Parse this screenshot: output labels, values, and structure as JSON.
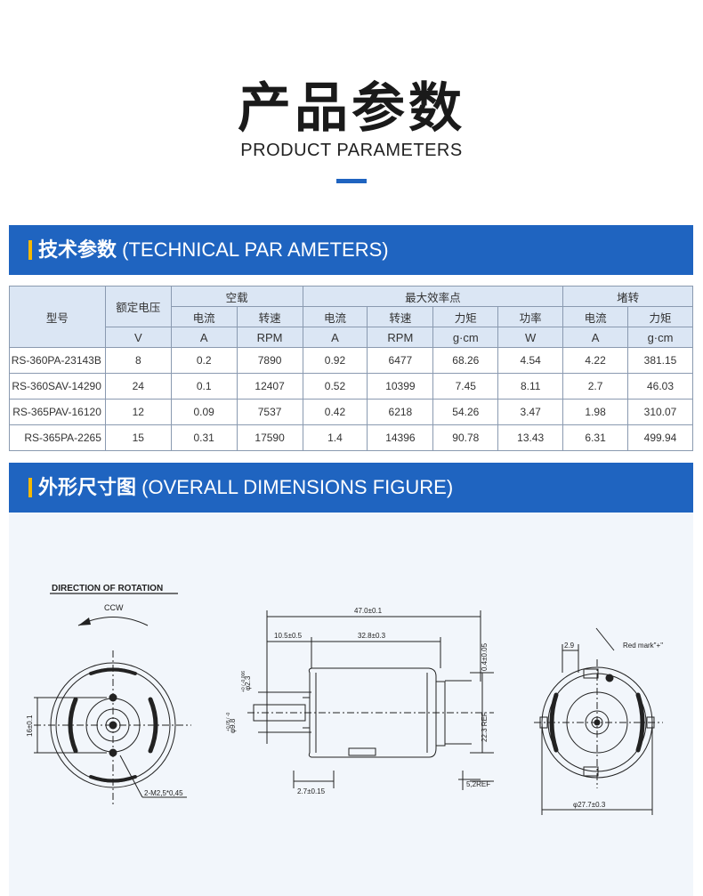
{
  "header": {
    "title": "产品参数",
    "subtitle": "PRODUCT PARAMETERS"
  },
  "sections": {
    "technical": {
      "title_cn": "技术参数",
      "title_en": "(TECHNICAL PAR AMETERS)"
    },
    "dimensions": {
      "title_cn": "外形尺寸图",
      "title_en": "(OVERALL DIMENSIONS FIGURE)"
    }
  },
  "table": {
    "model_header": "型号",
    "voltage_header": "额定电压",
    "groups": {
      "no_load": "空载",
      "max_eff": "最大效率点",
      "stall": "堵转"
    },
    "sub": {
      "current": "电流",
      "speed": "转速",
      "torque": "力矩",
      "power": "功率"
    },
    "units": {
      "voltage": "V",
      "nl_current": "A",
      "nl_speed": "RPM",
      "me_current": "A",
      "me_speed": "RPM",
      "me_torque": "g·cm",
      "me_power": "W",
      "st_current": "A",
      "st_torque": "g·cm"
    },
    "rows": [
      {
        "model": "RS-360PA-23143B",
        "voltage": "8",
        "nl_current": "0.2",
        "nl_speed": "7890",
        "me_current": "0.92",
        "me_speed": "6477",
        "me_torque": "68.26",
        "me_power": "4.54",
        "st_current": "4.22",
        "st_torque": "381.15"
      },
      {
        "model": "RS-360SAV-14290",
        "voltage": "24",
        "nl_current": "0.1",
        "nl_speed": "12407",
        "me_current": "0.52",
        "me_speed": "10399",
        "me_torque": "7.45",
        "me_power": "8.11",
        "st_current": "2.7",
        "st_torque": "46.03"
      },
      {
        "model": "RS-365PAV-16120",
        "voltage": "12",
        "nl_current": "0.09",
        "nl_speed": "7537",
        "me_current": "0.42",
        "me_speed": "6218",
        "me_torque": "54.26",
        "me_power": "3.47",
        "st_current": "1.98",
        "st_torque": "310.07"
      },
      {
        "model": "RS-365PA-2265",
        "voltage": "15",
        "nl_current": "0.31",
        "nl_speed": "17590",
        "me_current": "1.4",
        "me_speed": "14396",
        "me_torque": "90.78",
        "me_power": "13.43",
        "st_current": "6.31",
        "st_torque": "499.94"
      }
    ]
  },
  "drawing": {
    "rotation_title": "DIRECTION OF ROTATION",
    "ccw": "CCW",
    "dim_16": "16±0.1",
    "dim_holes": "2-M2,5*0,45",
    "dim_total_len": "47.0±0.1",
    "dim_shaft_len": "10.5±0.5",
    "dim_body_len": "32.8±0.3",
    "dim_shaft_dia": "φ2.3",
    "dim_shaft_dia_tol": "+0 / -0.006",
    "dim_boss_dia": "φ9.8",
    "dim_boss_tol": "+0.05 / -0",
    "dim_27": "2.7±0.15",
    "dim_52": "5,2REF",
    "dim_04": "0.4±0.05",
    "dim_223": "22.3 REF",
    "dim_29": "2.9",
    "red_mark": "Red mark\"+\"",
    "dim_277": "φ27.7±0.3"
  }
}
